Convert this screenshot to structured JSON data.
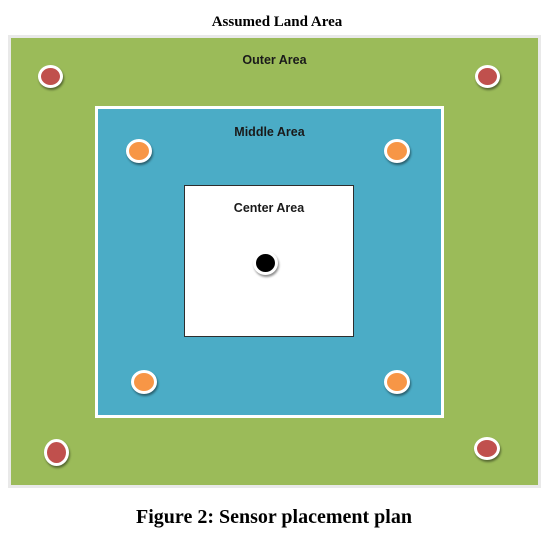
{
  "title": "Assumed Land Area",
  "caption": "Figure 2: Sensor placement plan",
  "areas": {
    "outer": {
      "label": "Outer Area",
      "color": "#9bbb59"
    },
    "middle": {
      "label": "Middle Area",
      "color": "#4bacc6"
    },
    "center": {
      "label": "Center Area",
      "color": "#ffffff"
    }
  },
  "sensors": {
    "outer_color": "#c0504d",
    "middle_color": "#f79646",
    "center_color": "#000000"
  }
}
